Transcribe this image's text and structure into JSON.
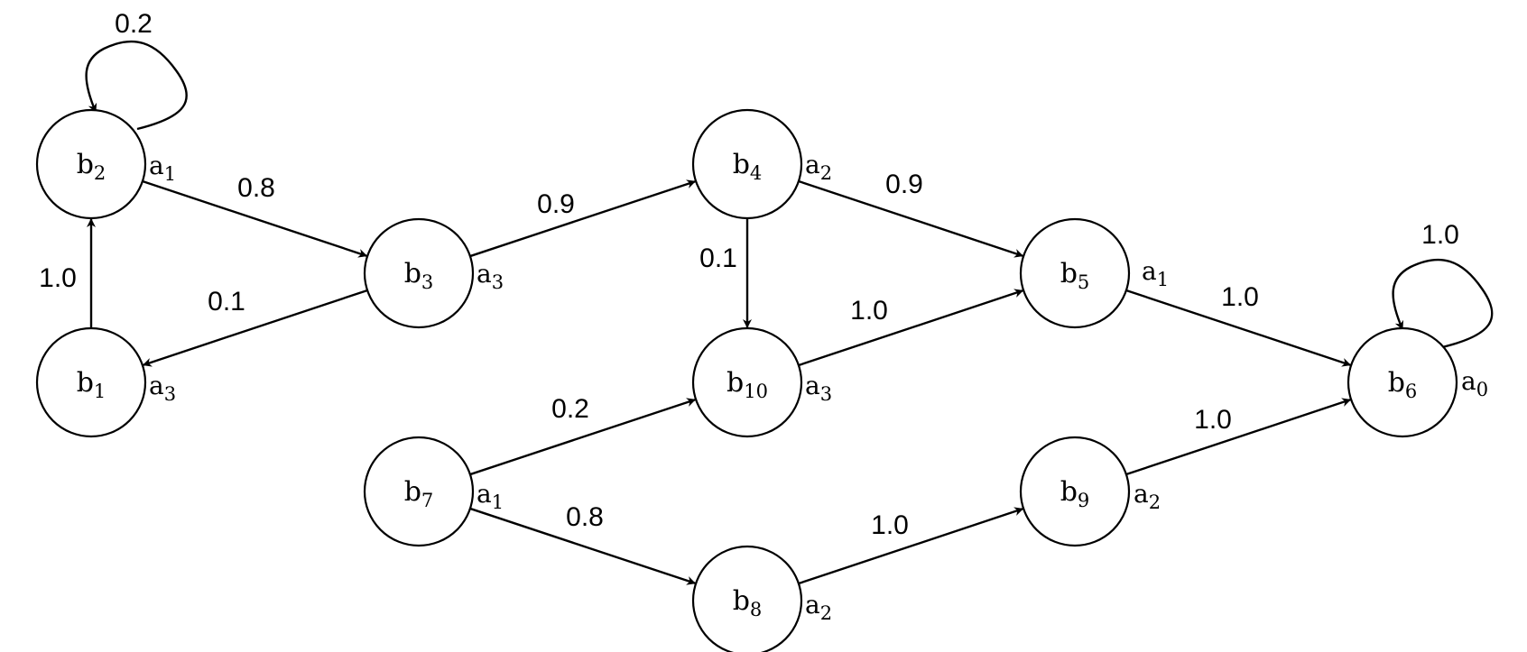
{
  "nodes": [
    {
      "id": "b1",
      "base": "b",
      "sub": "1",
      "action_base": "a",
      "action_sub": "3"
    },
    {
      "id": "b2",
      "base": "b",
      "sub": "2",
      "action_base": "a",
      "action_sub": "1"
    },
    {
      "id": "b3",
      "base": "b",
      "sub": "3",
      "action_base": "a",
      "action_sub": "3"
    },
    {
      "id": "b4",
      "base": "b",
      "sub": "4",
      "action_base": "a",
      "action_sub": "2"
    },
    {
      "id": "b5",
      "base": "b",
      "sub": "5",
      "action_base": "a",
      "action_sub": "1"
    },
    {
      "id": "b6",
      "base": "b",
      "sub": "6",
      "action_base": "a",
      "action_sub": "0"
    },
    {
      "id": "b7",
      "base": "b",
      "sub": "7",
      "action_base": "a",
      "action_sub": "1"
    },
    {
      "id": "b8",
      "base": "b",
      "sub": "8",
      "action_base": "a",
      "action_sub": "2"
    },
    {
      "id": "b9",
      "base": "b",
      "sub": "9",
      "action_base": "a",
      "action_sub": "2"
    },
    {
      "id": "b10",
      "base": "b",
      "sub": "10",
      "action_base": "a",
      "action_sub": "3"
    }
  ],
  "edges": [
    {
      "from": "b1",
      "to": "b2",
      "prob": "1.0"
    },
    {
      "from": "b2",
      "to": "b2",
      "prob": "0.2"
    },
    {
      "from": "b2",
      "to": "b3",
      "prob": "0.8"
    },
    {
      "from": "b3",
      "to": "b1",
      "prob": "0.1"
    },
    {
      "from": "b3",
      "to": "b4",
      "prob": "0.9"
    },
    {
      "from": "b4",
      "to": "b5",
      "prob": "0.9"
    },
    {
      "from": "b4",
      "to": "b10",
      "prob": "0.1"
    },
    {
      "from": "b10",
      "to": "b5",
      "prob": "1.0"
    },
    {
      "from": "b5",
      "to": "b6",
      "prob": "1.0"
    },
    {
      "from": "b6",
      "to": "b6",
      "prob": "1.0"
    },
    {
      "from": "b7",
      "to": "b10",
      "prob": "0.2"
    },
    {
      "from": "b7",
      "to": "b8",
      "prob": "0.8"
    },
    {
      "from": "b8",
      "to": "b9",
      "prob": "1.0"
    },
    {
      "from": "b9",
      "to": "b6",
      "prob": "1.0"
    }
  ]
}
